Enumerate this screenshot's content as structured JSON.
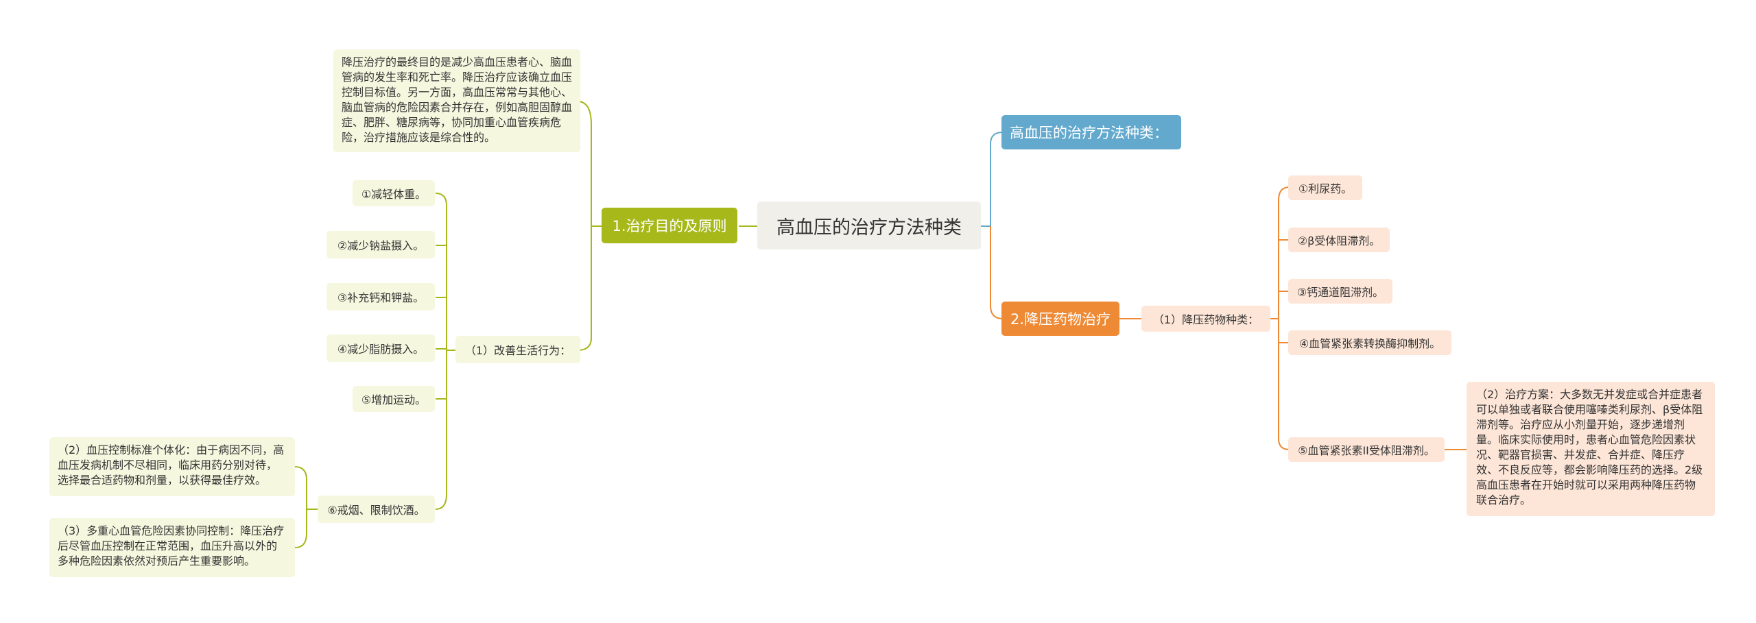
{
  "root": {
    "label": "高血压的治疗方法种类"
  },
  "left_branch": {
    "label": "1.治疗目的及原则",
    "paragraph": "降压治疗的最终目的是减少高血压患者心、脑血管病的发生率和死亡率。降压治疗应该确立血压控制目标值。另一方面，高血压常常与其他心、脑血管病的危险因素合并存在，例如高胆固醇血症、肥胖、糖尿病等，协同加重心血管疾病危险，治疗措施应该是综合性的。",
    "lifestyle": {
      "label": "（1）改善生活行为：",
      "items": [
        "①减轻体重。",
        "②减少钠盐摄入。",
        "③补充钙和钾盐。",
        "④减少脂肪摄入。",
        "⑤增加运动。",
        "⑥戒烟、限制饮酒。"
      ]
    },
    "notes": [
      "（2）血压控制标准个体化：由于病因不同，高血压发病机制不尽相同，临床用药分别对待，选择最合适药物和剂量，以获得最佳疗效。",
      "（3）多重心血管危险因素协同控制：降压治疗后尽管血压控制在正常范围，血压升高以外的多种危险因素依然对预后产生重要影响。"
    ]
  },
  "right_branches": {
    "methods_label": "高血压的治疗方法种类：",
    "drug_label": "2.降压药物治疗",
    "drug_types": {
      "label": "（1）降压药物种类：",
      "items": [
        "①利尿药。",
        "②β受体阻滞剂。",
        "③钙通道阻滞剂。",
        "④血管紧张素转换酶抑制剂。",
        "⑤血管紧张素II受体阻滞剂。"
      ]
    },
    "plan": "（2）治疗方案：大多数无并发症或合并症患者可以单独或者联合使用噻嗪类利尿剂、β受体阻滞剂等。治疗应从小剂量开始，逐步递增剂量。临床实际使用时，患者心血管危险因素状况、靶器官损害、并发症、合并症、降压疗效、不良反应等，都会影响降压药的选择。2级高血压患者在开始时就可以采用两种降压药物联合治疗。"
  },
  "colors": {
    "root_bg": "#f0efe9",
    "green_branch": "#a7b81b",
    "green_leaf": "#f6f7df",
    "blue_branch": "#63a9cd",
    "orange_branch": "#ee8a35",
    "orange_leaf": "#fde6d8"
  }
}
